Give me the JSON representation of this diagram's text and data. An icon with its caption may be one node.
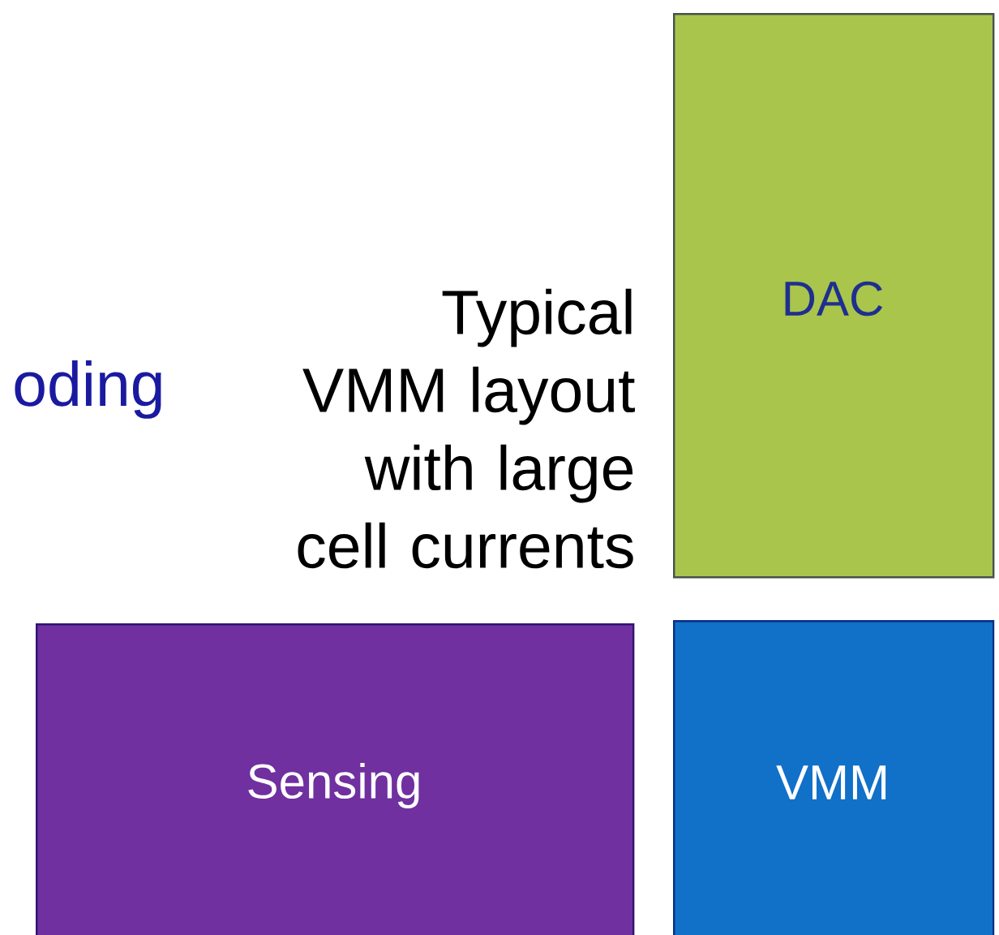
{
  "diagram": {
    "nodes": [
      {
        "text": [
          "DAC"
        ]
      },
      {
        "text": [
          "Sensing"
        ]
      },
      {
        "text": [
          "VMM"
        ]
      }
    ],
    "labels": [
      "oding",
      "Typical VMM layout with large cell currents"
    ]
  }
}
